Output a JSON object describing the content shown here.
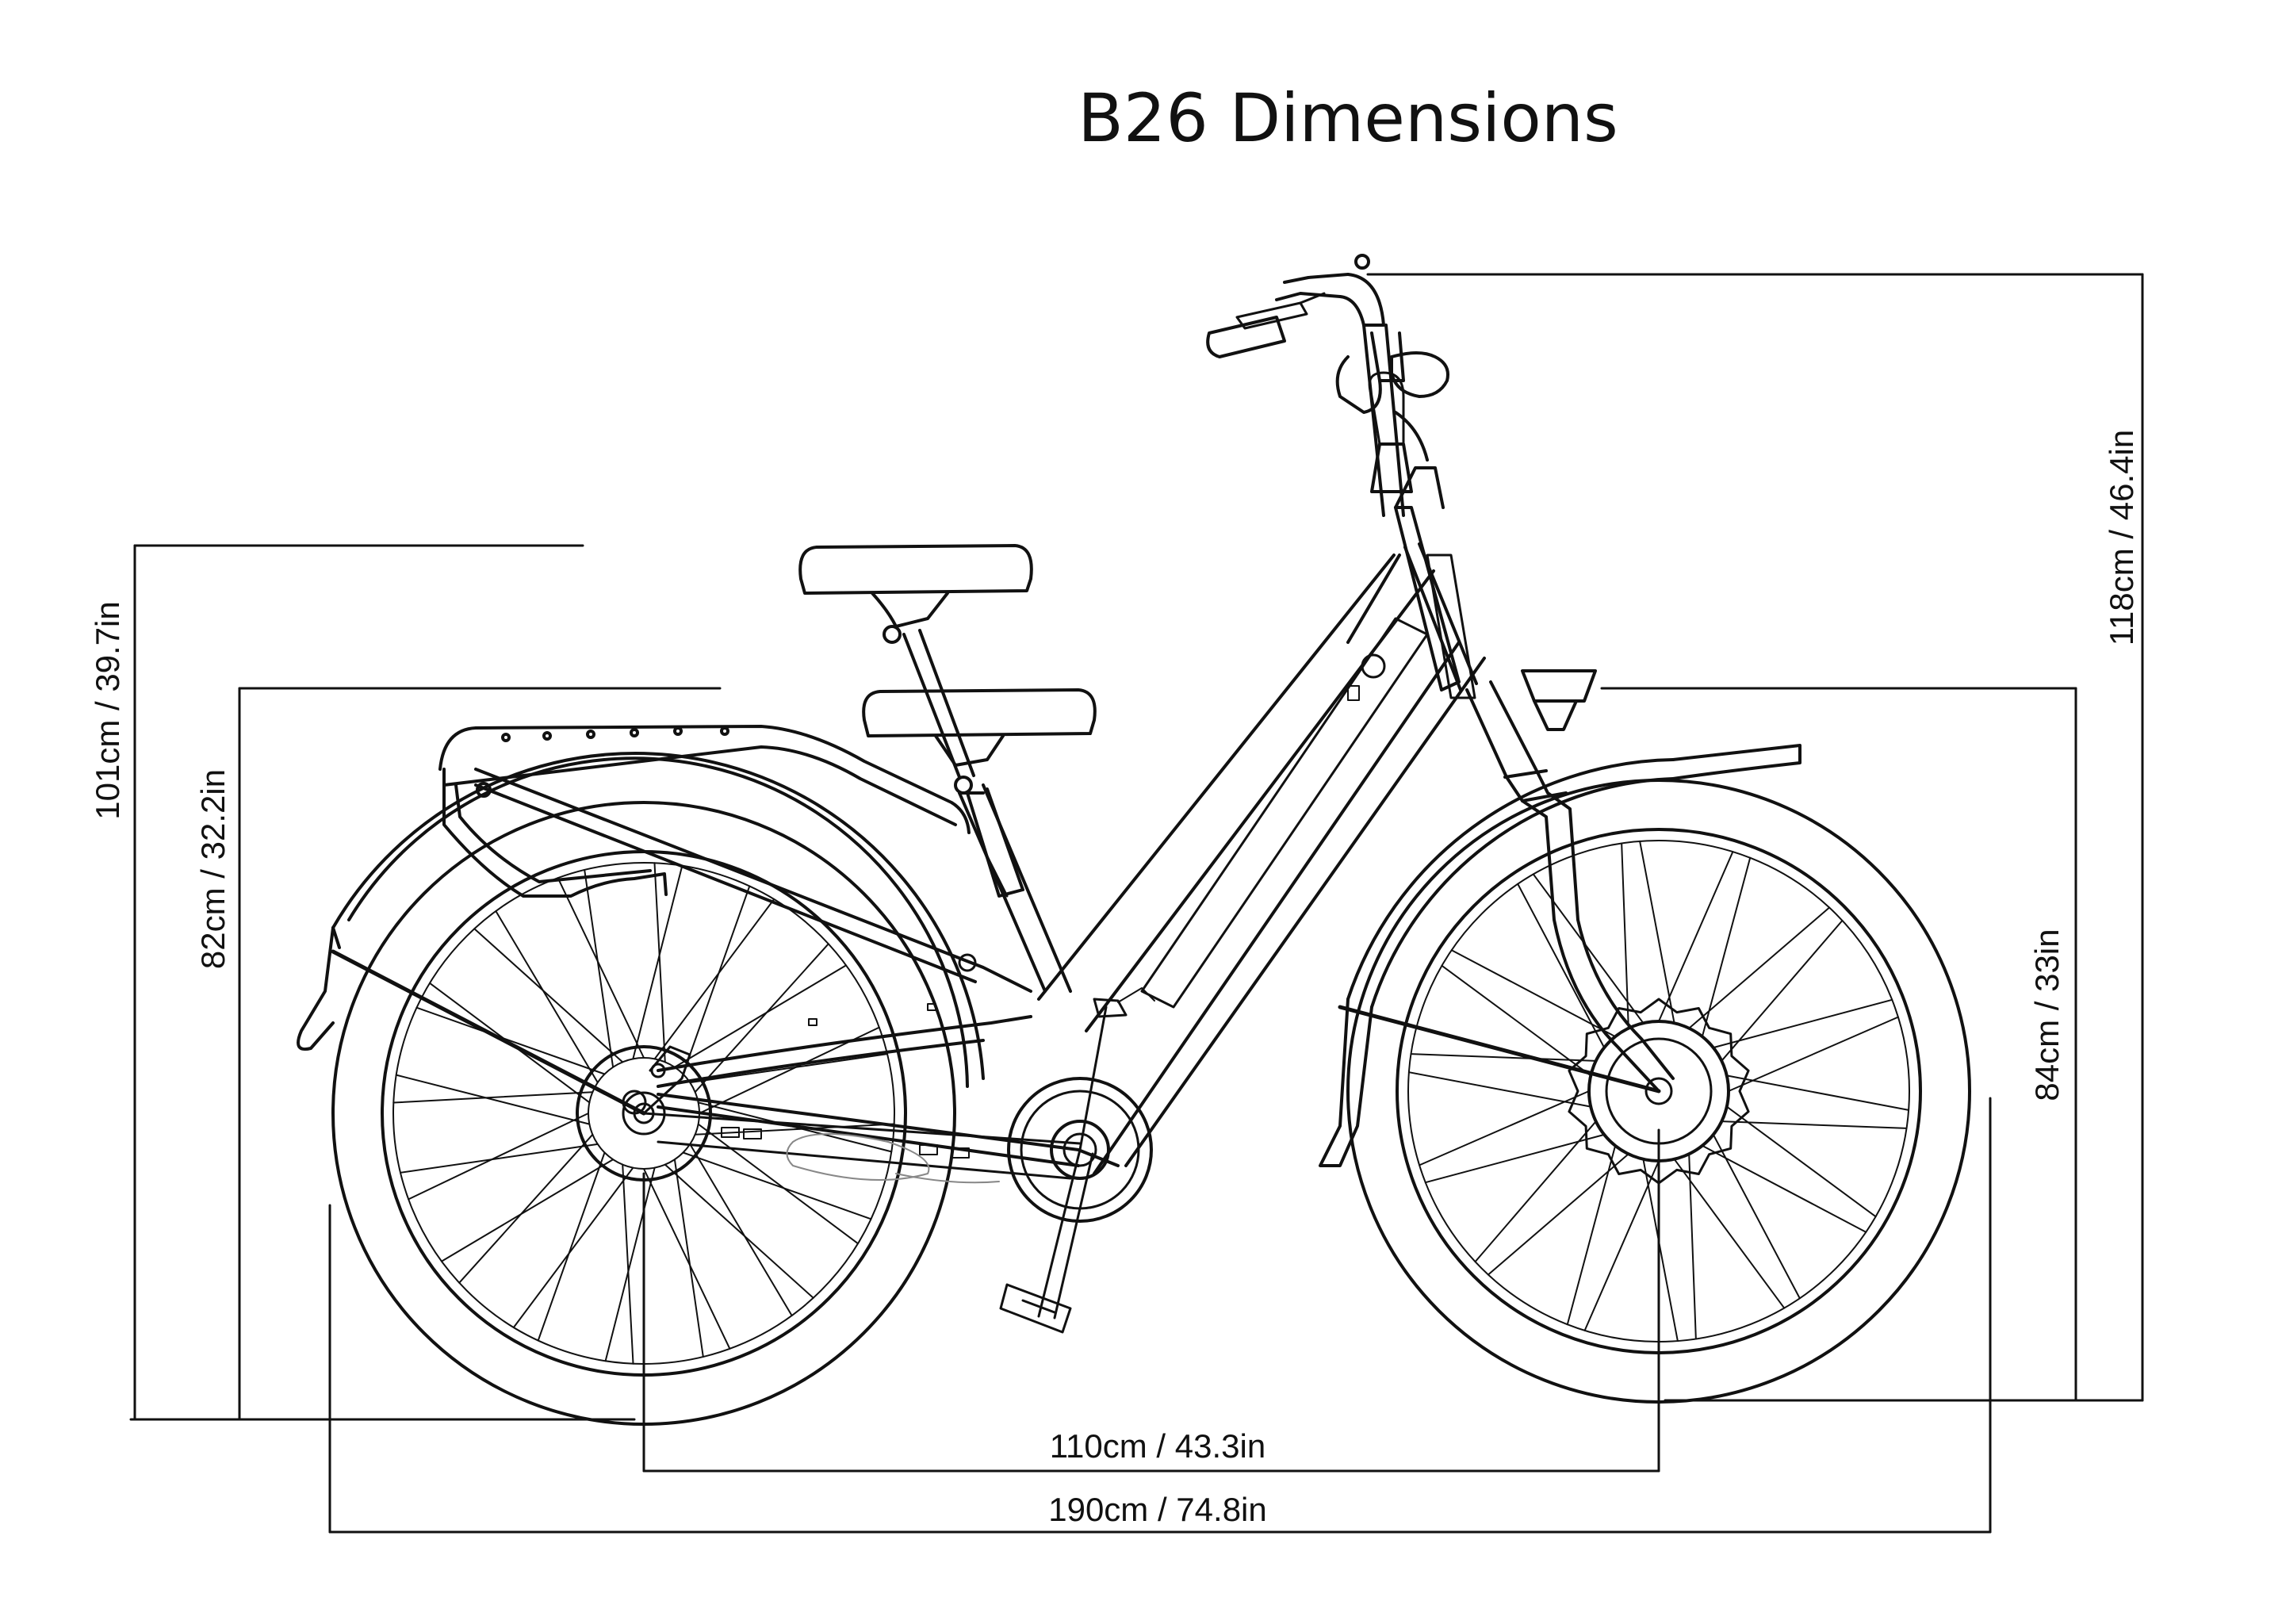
{
  "title": "B26 Dimensions",
  "dimensions": {
    "seat_height_max": "101cm / 39.7in",
    "seat_height_min": "82cm / 32.2in",
    "overall_height": "118cm / 46.4in",
    "front_height": "84cm / 33in",
    "wheelbase": "110cm / 43.3in",
    "overall_length": "190cm / 74.8in"
  },
  "colors": {
    "line": "#111111",
    "background": "#ffffff"
  }
}
